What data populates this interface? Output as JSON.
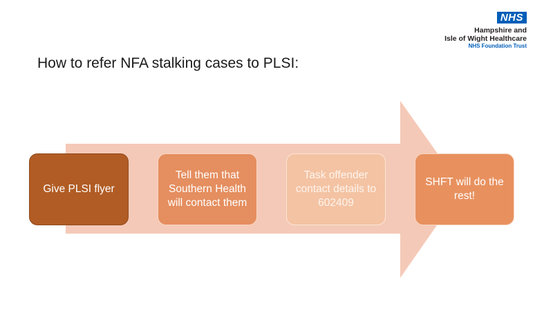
{
  "title": "How to refer NFA stalking cases to PLSI:",
  "logo": {
    "badge": "NHS",
    "line1": "Hampshire and",
    "line2": "Isle of Wight Healthcare",
    "line3": "NHS Foundation Trust"
  },
  "steps": [
    {
      "label": "Give PLSI flyer"
    },
    {
      "label": "Tell them that Southern Health will contact them"
    },
    {
      "label": "Task offender contact details to 602409"
    },
    {
      "label": "SHFT will do the rest!"
    }
  ],
  "colors": {
    "arrow": "#f5c9b7",
    "step1": "#b15c24",
    "step2": "#e58e5f",
    "step3": "#f4c3a3",
    "step4": "#e8915f",
    "nhs_blue": "#005eb8"
  }
}
